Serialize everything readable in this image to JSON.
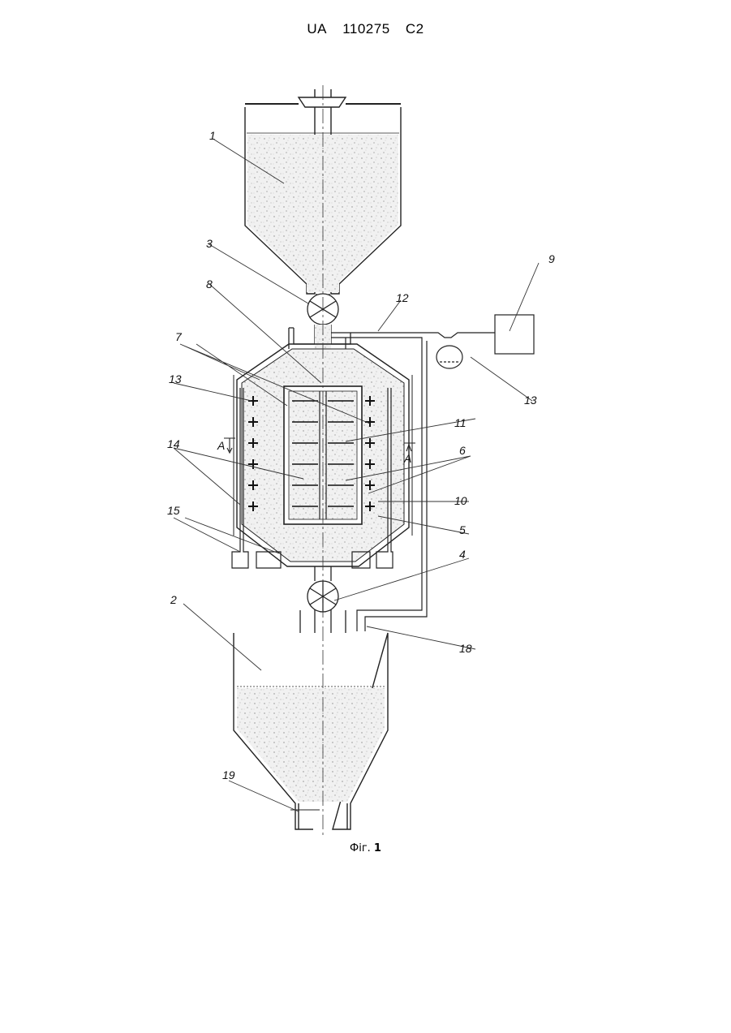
{
  "header": {
    "country": "UA",
    "number": "110275",
    "kind": "C2"
  },
  "figure": {
    "caption_prefix": "Фіг.",
    "caption_number": "1",
    "labels": {
      "l1": "1",
      "l2": "2",
      "l3": "3",
      "l4": "4",
      "l5": "5",
      "l6": "6",
      "l7": "7",
      "l8": "8",
      "l9": "9",
      "l10": "10",
      "l11": "11",
      "l12": "12",
      "l13a": "13",
      "l13b": "13",
      "l14": "14",
      "l15": "15",
      "l18": "18",
      "l19": "19",
      "sectionA_left": "A",
      "sectionA_right": "A"
    }
  }
}
